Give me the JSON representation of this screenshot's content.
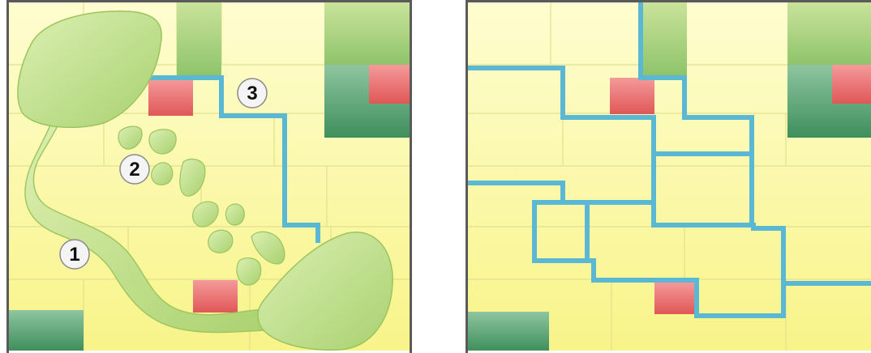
{
  "colors": {
    "background": "#ffffff",
    "frame": "#5a5a5a",
    "tile_yellow_light": "#fefcb8",
    "tile_yellow": "#fbf890",
    "tile_seam": "#e3e08e",
    "tile_green_light": "#b5d97a",
    "tile_green_dark": "#4f9a68",
    "tile_red": "#e86a6a",
    "room_shape": "#c3e58f",
    "room_shape_edge": "#9cc45e",
    "boundary_line": "#5bb8d5",
    "callout_fill": "#f4f4f4",
    "callout_stroke": "#8a8a8a"
  },
  "left_panel": {
    "callouts": [
      {
        "label": "1"
      },
      {
        "label": "2"
      },
      {
        "label": "3"
      }
    ]
  },
  "right_panel": {}
}
